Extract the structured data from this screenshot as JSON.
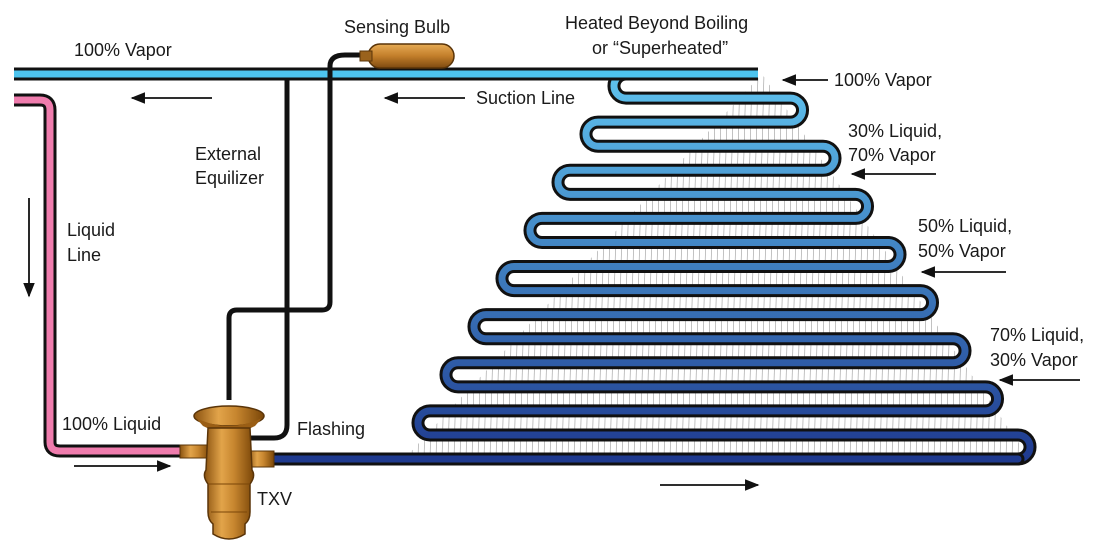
{
  "labels": {
    "vapor_top_left": "100% Vapor",
    "sensing_bulb": "Sensing Bulb",
    "superheated_1": "Heated Beyond Boiling",
    "superheated_2": "or “Superheated”",
    "vapor_right": "100% Vapor",
    "suction_line": "Suction Line",
    "external_1": "External",
    "external_2": "Equilizer",
    "liquid_line_1": "Liquid",
    "liquid_line_2": "Line",
    "mix_30_1": "30% Liquid,",
    "mix_30_2": "70% Vapor",
    "mix_50_1": "50% Liquid,",
    "mix_50_2": "50% Vapor",
    "mix_70_1": "70% Liquid,",
    "mix_70_2": "30% Vapor",
    "liquid_100": "100% Liquid",
    "flashing": "Flashing",
    "txv": "TXV"
  },
  "colors": {
    "vapor_line": "#4dc4ef",
    "liquid_line": "#ef7cad",
    "evaporator_dark": "#1f3a8f",
    "evaporator_light": "#5fc3ef",
    "valve_brass": "#c7862f",
    "outline": "#111111"
  }
}
